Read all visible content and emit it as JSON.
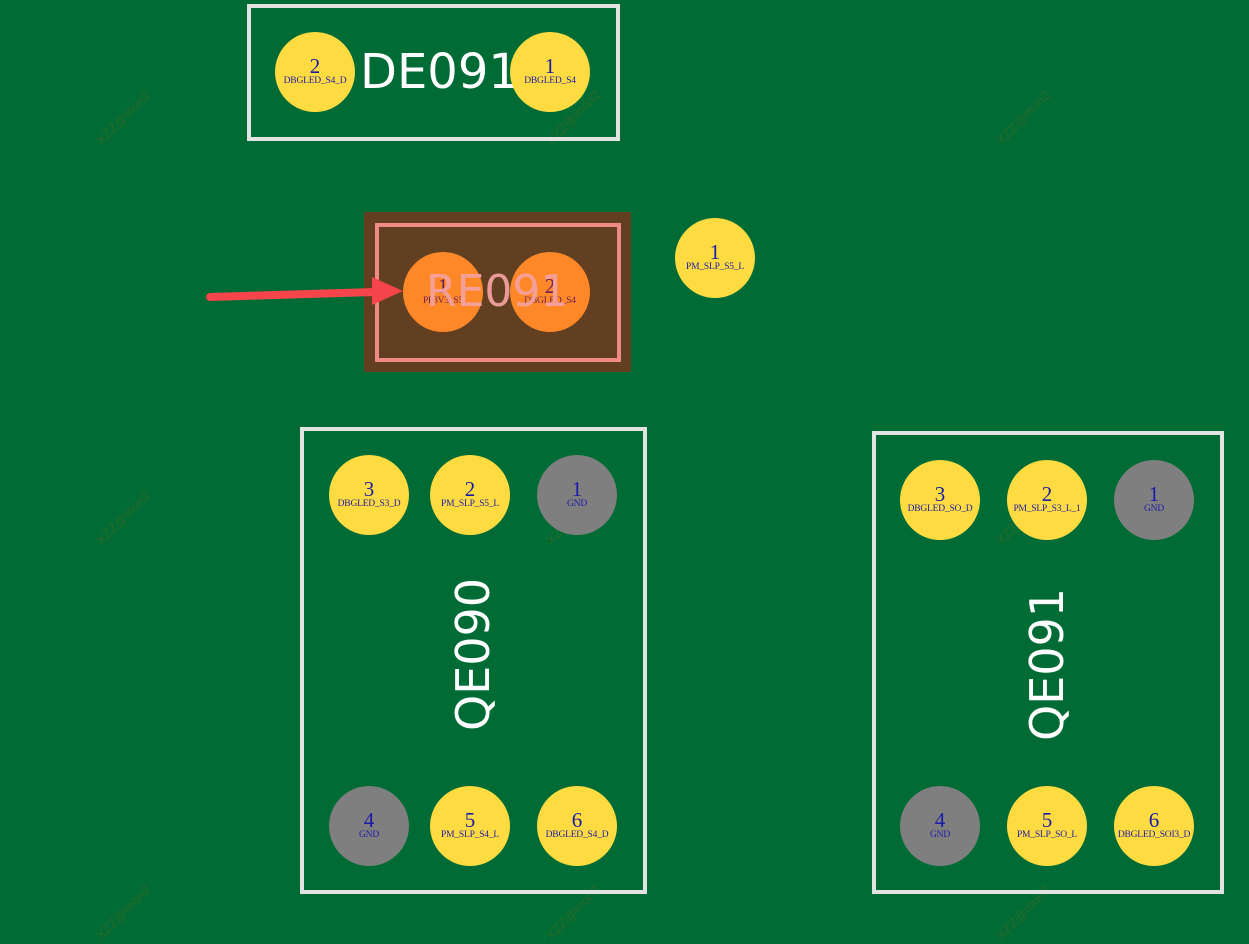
{
  "colors": {
    "board": "#006b35",
    "outline": "#e3e3e3",
    "pad_signal": "#fedc41",
    "pad_gnd": "#7f7f7f",
    "pad_selected": "#fe8828",
    "selected_body": "#623f20",
    "selected_outline": "#f08a86",
    "pad_text": "#1a1aa8",
    "arrow": "#f5444a"
  },
  "watermark": "XZZ@mon2",
  "components": {
    "DE091": {
      "refdes": "DE091",
      "pads": [
        {
          "num": "2",
          "net": "DBGLED_S4_D",
          "type": "signal"
        },
        {
          "num": "1",
          "net": "DBGLED_S4",
          "type": "signal"
        }
      ]
    },
    "RE091": {
      "refdes": "RE091",
      "selected": true,
      "pads": [
        {
          "num": "1",
          "net": "PP3V3_S5",
          "type": "selected"
        },
        {
          "num": "2",
          "net": "DBGLED_S4",
          "type": "selected"
        }
      ]
    },
    "standalone_pad": {
      "num": "1",
      "net": "PM_SLP_S5_L",
      "type": "signal"
    },
    "QE090": {
      "refdes": "QE090",
      "pads": [
        {
          "num": "3",
          "net": "DBGLED_S3_D",
          "type": "signal"
        },
        {
          "num": "2",
          "net": "PM_SLP_S5_L",
          "type": "signal"
        },
        {
          "num": "1",
          "net": "GND",
          "type": "gnd"
        },
        {
          "num": "4",
          "net": "GND",
          "type": "gnd"
        },
        {
          "num": "5",
          "net": "PM_SLP_S4_L",
          "type": "signal"
        },
        {
          "num": "6",
          "net": "DBGLED_S4_D",
          "type": "signal"
        }
      ]
    },
    "QE091": {
      "refdes": "QE091",
      "pads": [
        {
          "num": "3",
          "net": "DBGLED_SO_D",
          "type": "signal"
        },
        {
          "num": "2",
          "net": "PM_SLP_S3_L_1",
          "type": "signal"
        },
        {
          "num": "1",
          "net": "GND",
          "type": "gnd"
        },
        {
          "num": "4",
          "net": "GND",
          "type": "gnd"
        },
        {
          "num": "5",
          "net": "PM_SLP_SO_L",
          "type": "signal"
        },
        {
          "num": "6",
          "net": "DBGLED_SOI3_D",
          "type": "signal"
        }
      ]
    }
  }
}
